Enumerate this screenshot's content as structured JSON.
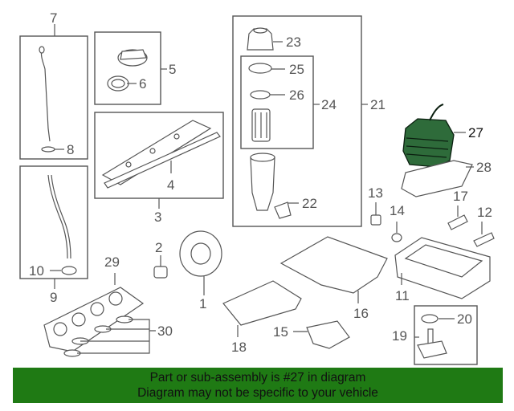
{
  "callouts": {
    "c1": "1",
    "c2": "2",
    "c3": "3",
    "c4": "4",
    "c5": "5",
    "c6": "6",
    "c7": "7",
    "c8": "8",
    "c9": "9",
    "c10": "10",
    "c11": "11",
    "c12": "12",
    "c13": "13",
    "c14": "14",
    "c15": "15",
    "c16": "16",
    "c17": "17",
    "c18": "18",
    "c19": "19",
    "c20": "20",
    "c21": "21",
    "c22": "22",
    "c23": "23",
    "c24": "24",
    "c25": "25",
    "c26": "26",
    "c27": "27",
    "c28": "28",
    "c29": "29",
    "c30": "30"
  },
  "highlight": {
    "part": "27",
    "color": "#2e6b3a"
  },
  "banner": {
    "line1": "Part or sub-assembly is #27 in diagram",
    "line2": "Diagram may not be specific to your vehicle",
    "color": "#1f7a14"
  }
}
